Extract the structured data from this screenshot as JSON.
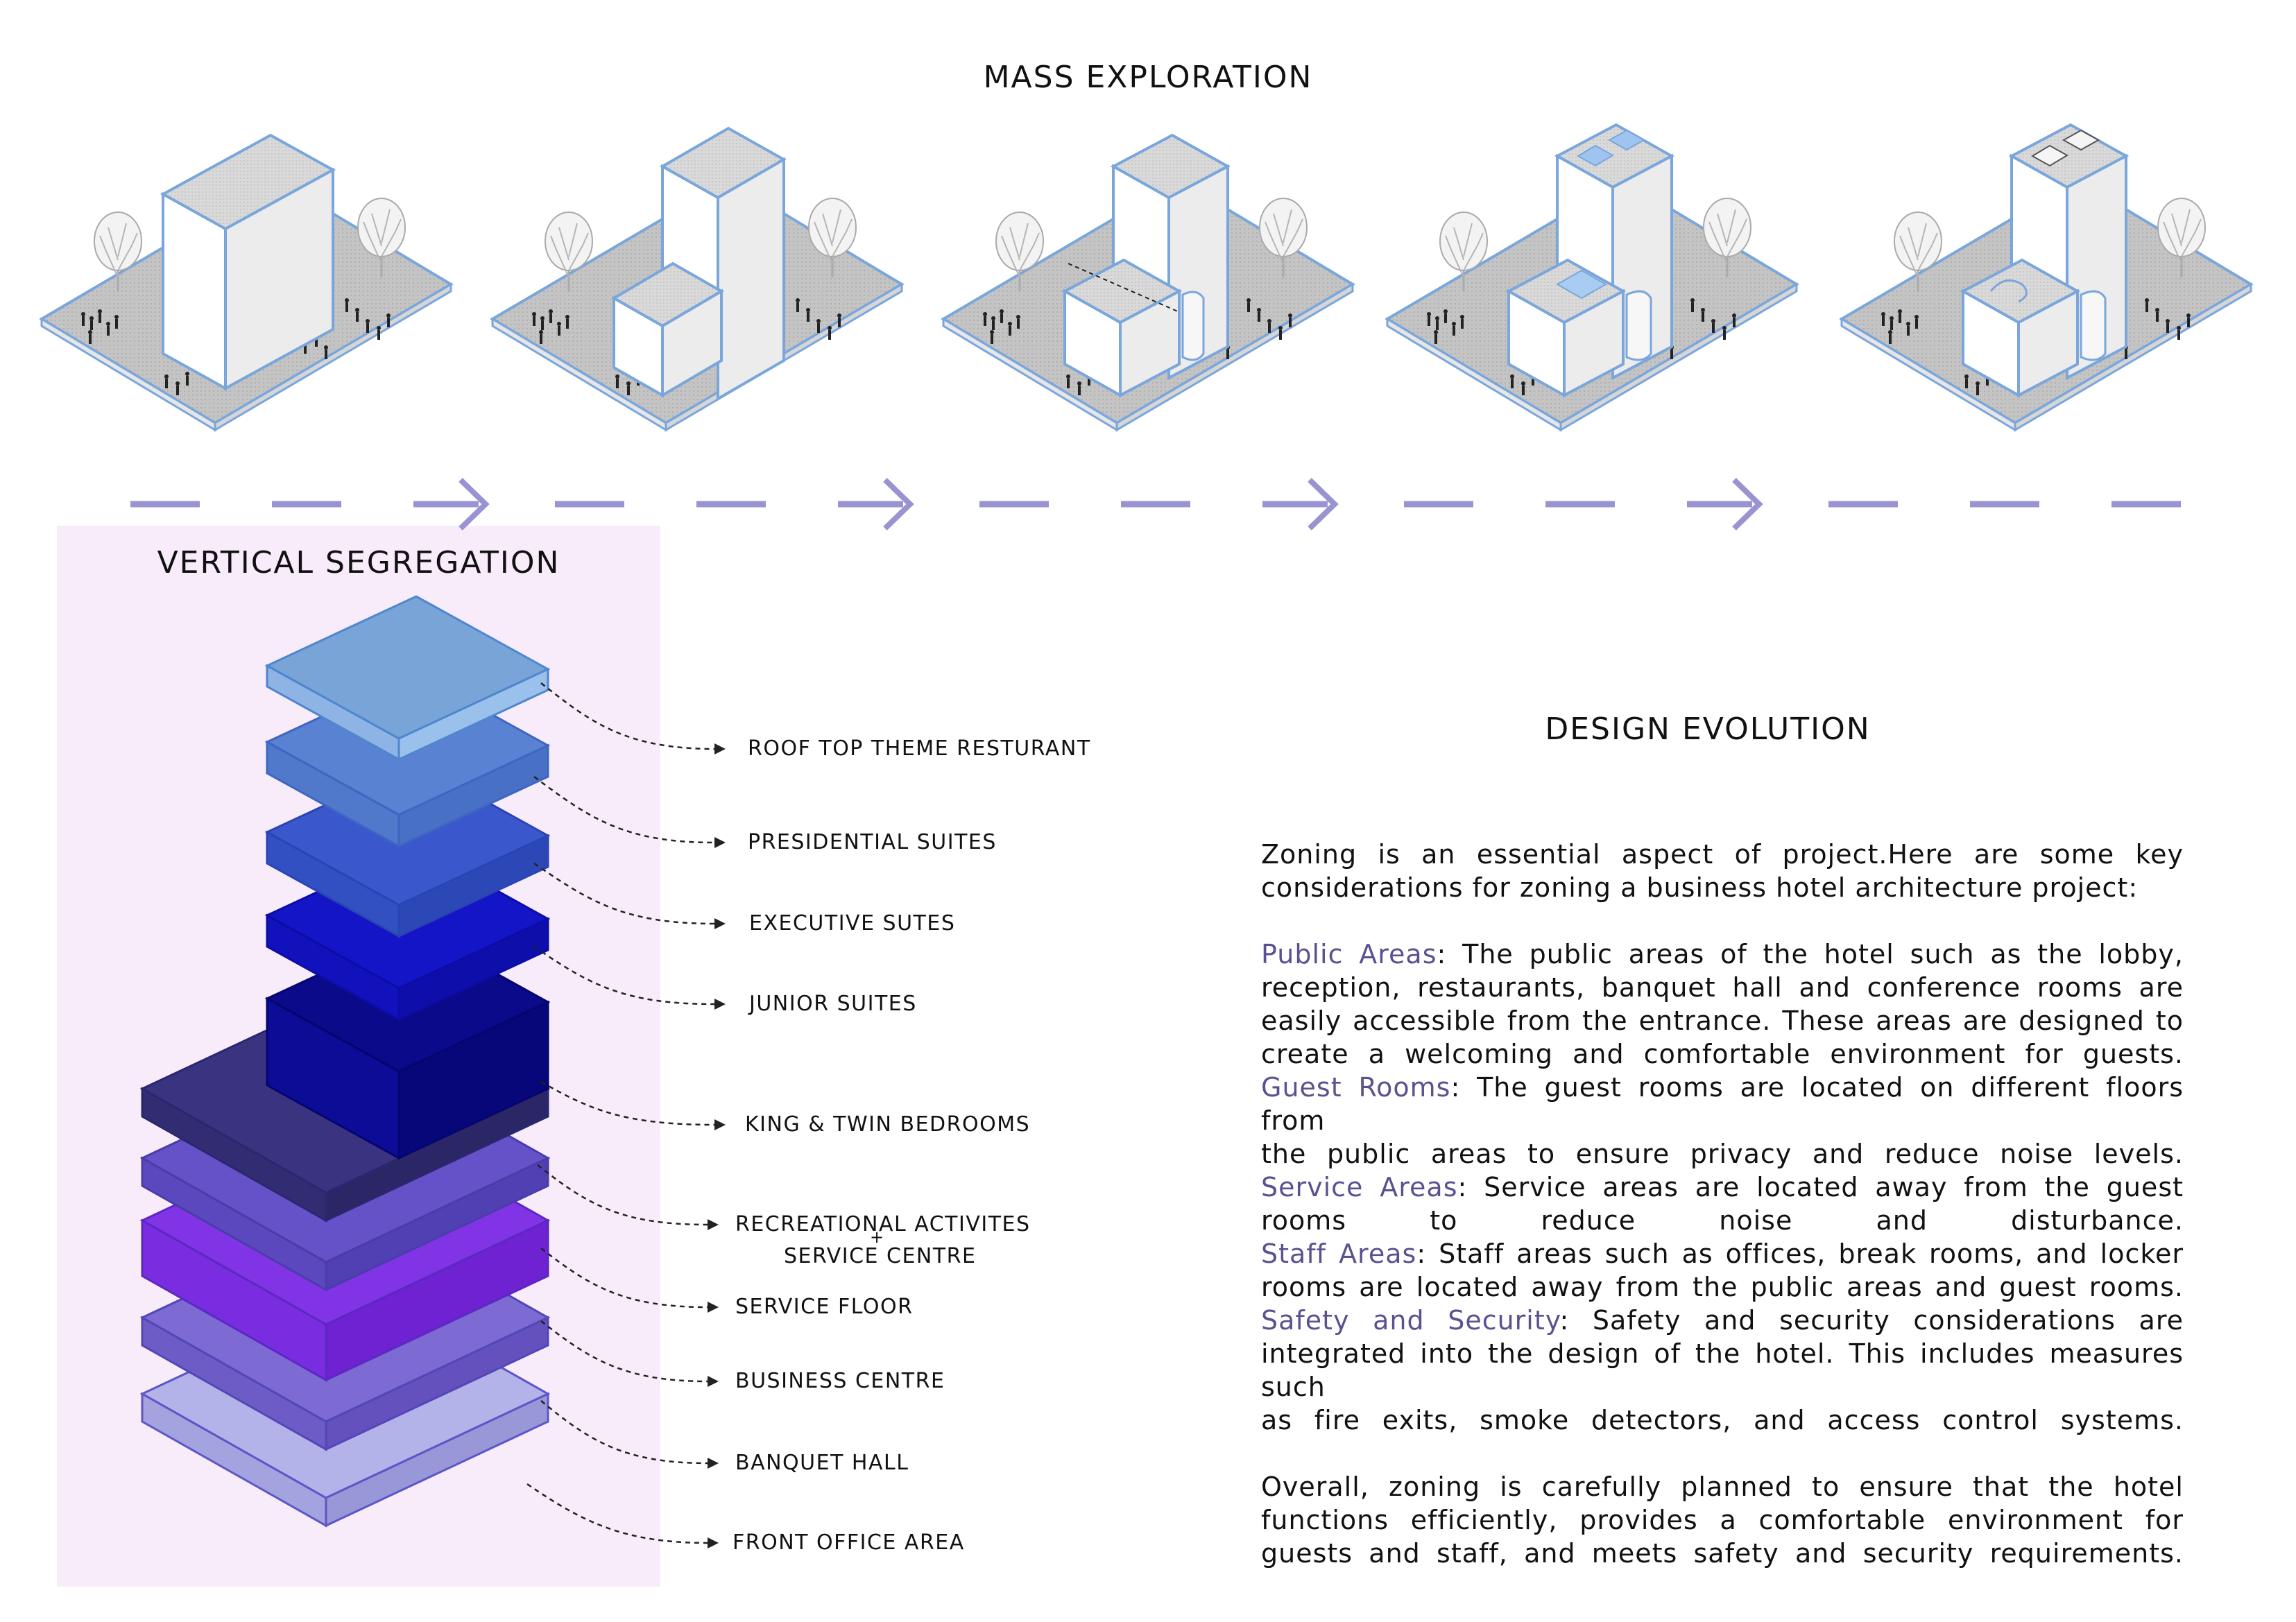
{
  "mass_exploration": {
    "title": "MASS EXPLORATION"
  },
  "vertical_segregation": {
    "title": "VERTICAL SEGREGATION",
    "labels": [
      "ROOF TOP THEME RESTURANT",
      "PRESIDENTIAL SUITES",
      "EXECUTIVE SUTES",
      "JUNIOR SUITES",
      "KING & TWIN BEDROOMS",
      "RECREATIONAL ACTIVITES",
      "+",
      "SERVICE CENTRE",
      "SERVICE FLOOR",
      "BUSINESS CENTRE",
      "BANQUET HALL",
      "FRONT OFFICE AREA"
    ]
  },
  "design_evolution": {
    "title": "DESIGN EVOLUTION",
    "intro": [
      "Zoning is an essential aspect of project.Here are some key",
      "considerations for zoning a business hotel architecture project:"
    ],
    "public_areas": {
      "heading": "Public Areas",
      "lines": [
        ": The public areas of the hotel such as the lobby,",
        "reception, restaurants, banquet hall and conference rooms are",
        "easily accessible from the entrance. These areas are designed to",
        "create a welcoming and comfortable environment for guests."
      ]
    },
    "guest_rooms": {
      "heading": "Guest Rooms",
      "lines": [
        ": The guest rooms are located on different floors from",
        "the public areas to ensure privacy and reduce noise levels."
      ]
    },
    "service_areas": {
      "heading": "Service Areas",
      "lines": [
        ": Service areas are located away from the guest",
        "rooms to reduce noise and disturbance."
      ]
    },
    "staff_areas": {
      "heading": "Staff Areas",
      "lines": [
        ": Staff areas such as offices, break rooms, and locker",
        "rooms are located away from the public areas and guest rooms."
      ]
    },
    "safety": {
      "heading": "Safety and Security",
      "lines": [
        ": Safety and security considerations are",
        "integrated into the design of the hotel. This includes measures such",
        "as fire exits, smoke detectors, and access control systems."
      ]
    },
    "overall": [
      "Overall, zoning is carefully planned to ensure that the hotel",
      "functions efficiently, provides a comfortable environment for",
      "guests and staff, and meets safety and security requirements."
    ]
  },
  "colors": {
    "accent": "#5a5290",
    "arrow": "#9a93d2",
    "panel": "#f8ecfb",
    "site": "#c6c6c6",
    "site_edge": "#7aa6dc"
  }
}
